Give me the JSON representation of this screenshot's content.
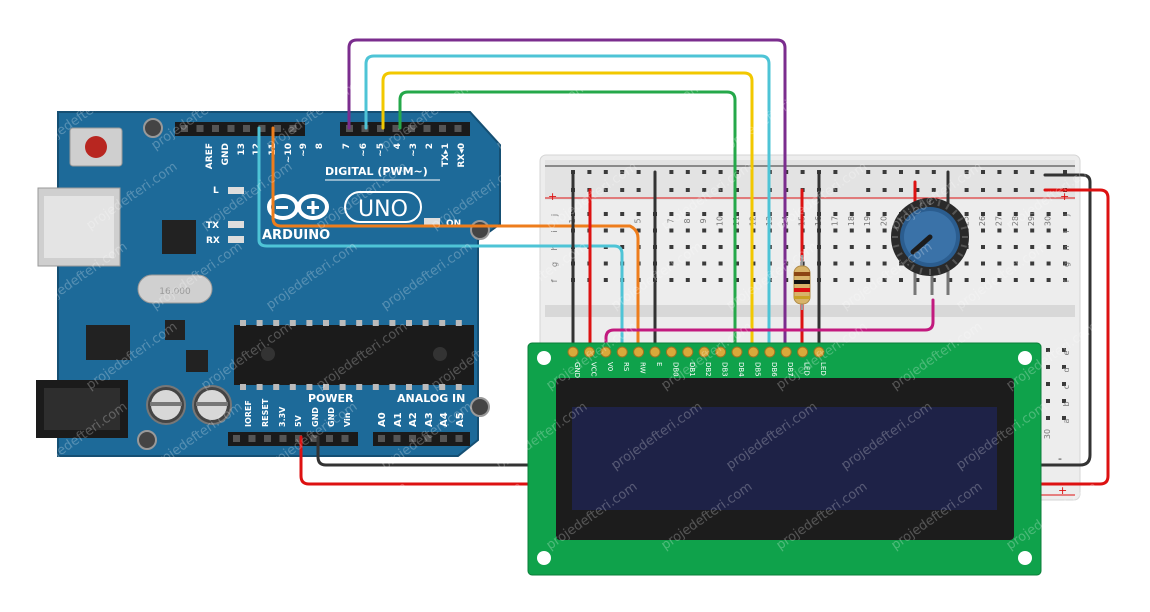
{
  "arduino": {
    "brand": "ARDUINO",
    "model": "UNO",
    "digital_label": "DIGITAL (PWM~)",
    "power_label": "POWER",
    "analog_label": "ANALOG IN",
    "on_label": "ON",
    "tx_label": "TX",
    "rx_label": "RX",
    "l_label": "L",
    "digital_pins": [
      "AREF",
      "GND",
      "13",
      "12",
      "~11",
      "~10",
      "~9",
      "8",
      "7",
      "~6",
      "~5",
      "4",
      "~3",
      "2",
      "TX▸1",
      "RX◂0"
    ],
    "power_pins": [
      "IOREF",
      "RESET",
      "3.3V",
      "5V",
      "GND",
      "GND",
      "Vin"
    ],
    "analog_pins": [
      "A0",
      "A1",
      "A2",
      "A3",
      "A4",
      "A5"
    ],
    "crystal_text": "16.000"
  },
  "lcd": {
    "pins": [
      "GND",
      "VCC",
      "V0",
      "RS",
      "RW",
      "E",
      "DB0",
      "DB1",
      "DB2",
      "DB3",
      "DB4",
      "DB5",
      "DB6",
      "DB7",
      "LED",
      "LED"
    ]
  },
  "breadboard": {
    "row_letters_top": [
      "j",
      "i",
      "h",
      "g",
      "f"
    ],
    "row_letters_bottom": [
      "e",
      "d",
      "c",
      "b",
      "a"
    ],
    "col_numbers": [
      "5",
      "10",
      "15",
      "20",
      "25",
      "30"
    ],
    "col_numbers_full": [
      "1",
      "",
      "",
      "",
      "5",
      "",
      "7",
      "8",
      "9",
      "10",
      "11",
      "12",
      "13",
      "14",
      "15",
      "16",
      "17",
      "18",
      "19",
      "20",
      "21",
      "22",
      "23",
      "24",
      "25",
      "26",
      "27",
      "28",
      "29",
      "30"
    ],
    "plus": "+",
    "minus": "-"
  },
  "watermark": "projedefteri.com",
  "colors": {
    "arduino_blue": "#1d6a99",
    "lcd_green": "#0fa24b",
    "wire_purple": "#7b2d8e",
    "wire_cyan": "#4ec4d6",
    "wire_yellow": "#f2c800",
    "wire_green": "#25a84a",
    "wire_orange": "#ee7d1c",
    "wire_red": "#dd1111",
    "wire_magenta": "#c21a7e",
    "wire_black": "#333333"
  }
}
